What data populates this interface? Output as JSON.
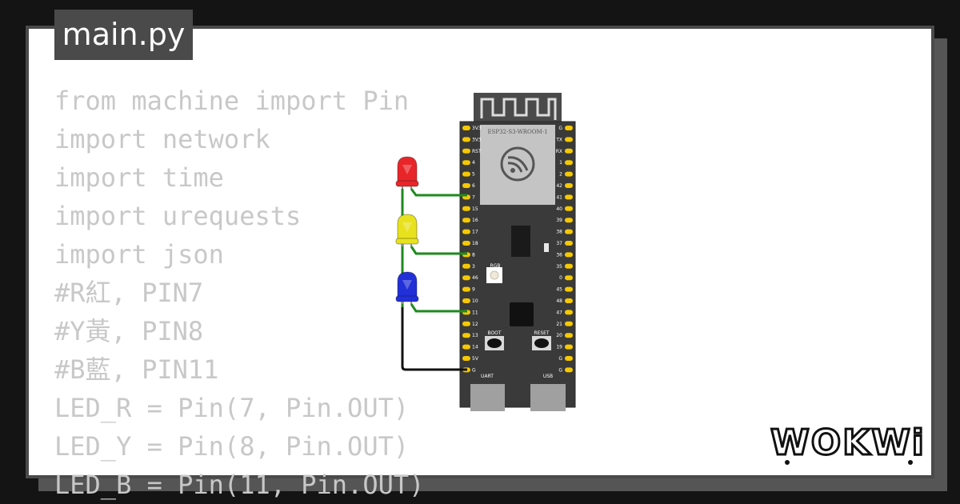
{
  "tab": {
    "filename": "main.py"
  },
  "code": {
    "lines": [
      "from machine import Pin",
      "import network",
      "import time",
      "import urequests",
      "import json",
      "#R紅, PIN7",
      "#Y黃, PIN8",
      "#B藍, PIN11",
      "LED_R = Pin(7, Pin.OUT)",
      "LED_Y = Pin(8, Pin.OUT)",
      "LED_B = Pin(11, Pin.OUT)"
    ]
  },
  "board": {
    "module_label": "ESP32-S3-WROOM-1",
    "left_pins": [
      "3V3",
      "3V3",
      "RST",
      "4",
      "5",
      "6",
      "7",
      "15",
      "16",
      "17",
      "18",
      "8",
      "3",
      "46",
      "9",
      "10",
      "11",
      "12",
      "13",
      "14",
      "5V",
      "G"
    ],
    "right_pins": [
      "G",
      "TX",
      "RX",
      "1",
      "2",
      "42",
      "41",
      "40",
      "39",
      "38",
      "37",
      "36",
      "35",
      "0",
      "45",
      "48",
      "47",
      "21",
      "20",
      "19",
      "G",
      "G"
    ],
    "rgb_label": "RGB",
    "boot_label": "BOOT",
    "reset_label": "RESET",
    "uart_label": "UART",
    "usb_label": "USB"
  },
  "leds": [
    {
      "color_name": "red",
      "color": "#e8262a"
    },
    {
      "color_name": "yellow",
      "color": "#e8e21e"
    },
    {
      "color_name": "blue",
      "color": "#2230d8"
    }
  ],
  "colors": {
    "wire_green": "#1e8a1e",
    "wire_black": "#111111",
    "pin_gold": "#f5c800",
    "board": "#3a3a3a"
  },
  "logo": {
    "text": "WOKWi"
  }
}
